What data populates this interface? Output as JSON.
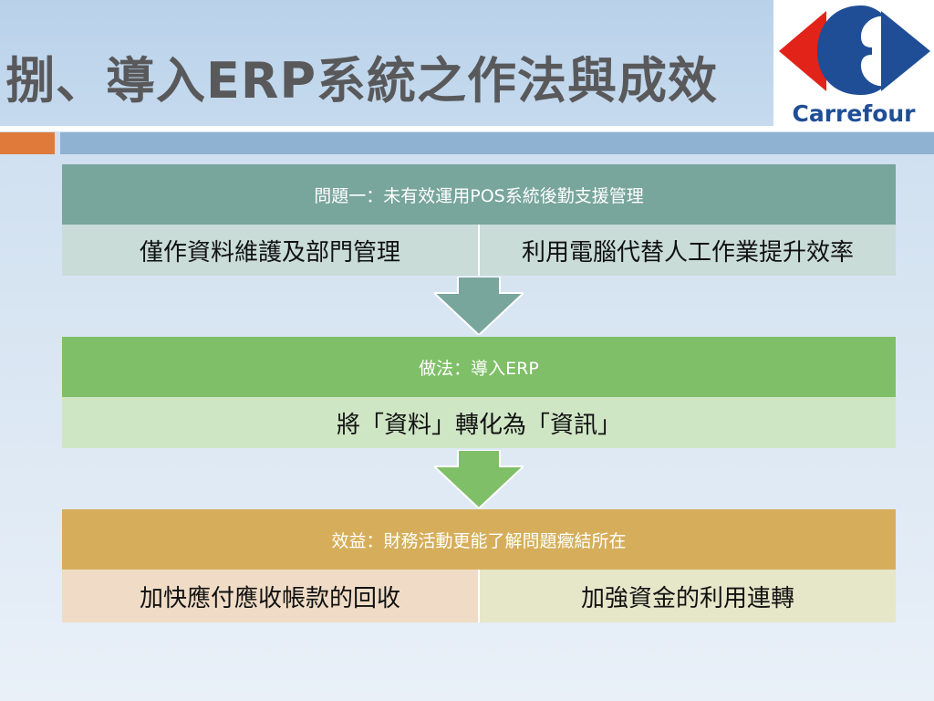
{
  "slide": {
    "title": "捌、導入ERP系統之作法與成效",
    "logo_text": "Carrefour"
  },
  "colors": {
    "accent_orange": "#e07a3b",
    "band_blue": "#8fb2d2",
    "teal": "#78a59c",
    "green": "#7fbf68",
    "gold": "#d6ae5b",
    "logo_red": "#e2231a",
    "logo_blue": "#1f4e96"
  },
  "flow": {
    "problem": {
      "header": "問題一：未有效運用POS系統後勤支援管理",
      "items": [
        "僅作資料維護及部門管理",
        "利用電腦代替人工作業提升效率"
      ]
    },
    "method": {
      "header": "做法：導入ERP",
      "items": [
        "將「資料」轉化為「資訊」"
      ]
    },
    "benefit": {
      "header": "效益：財務活動更能了解問題癥結所在",
      "items": [
        "加快應付應收帳款的回收",
        "加強資金的利用連轉"
      ]
    }
  }
}
